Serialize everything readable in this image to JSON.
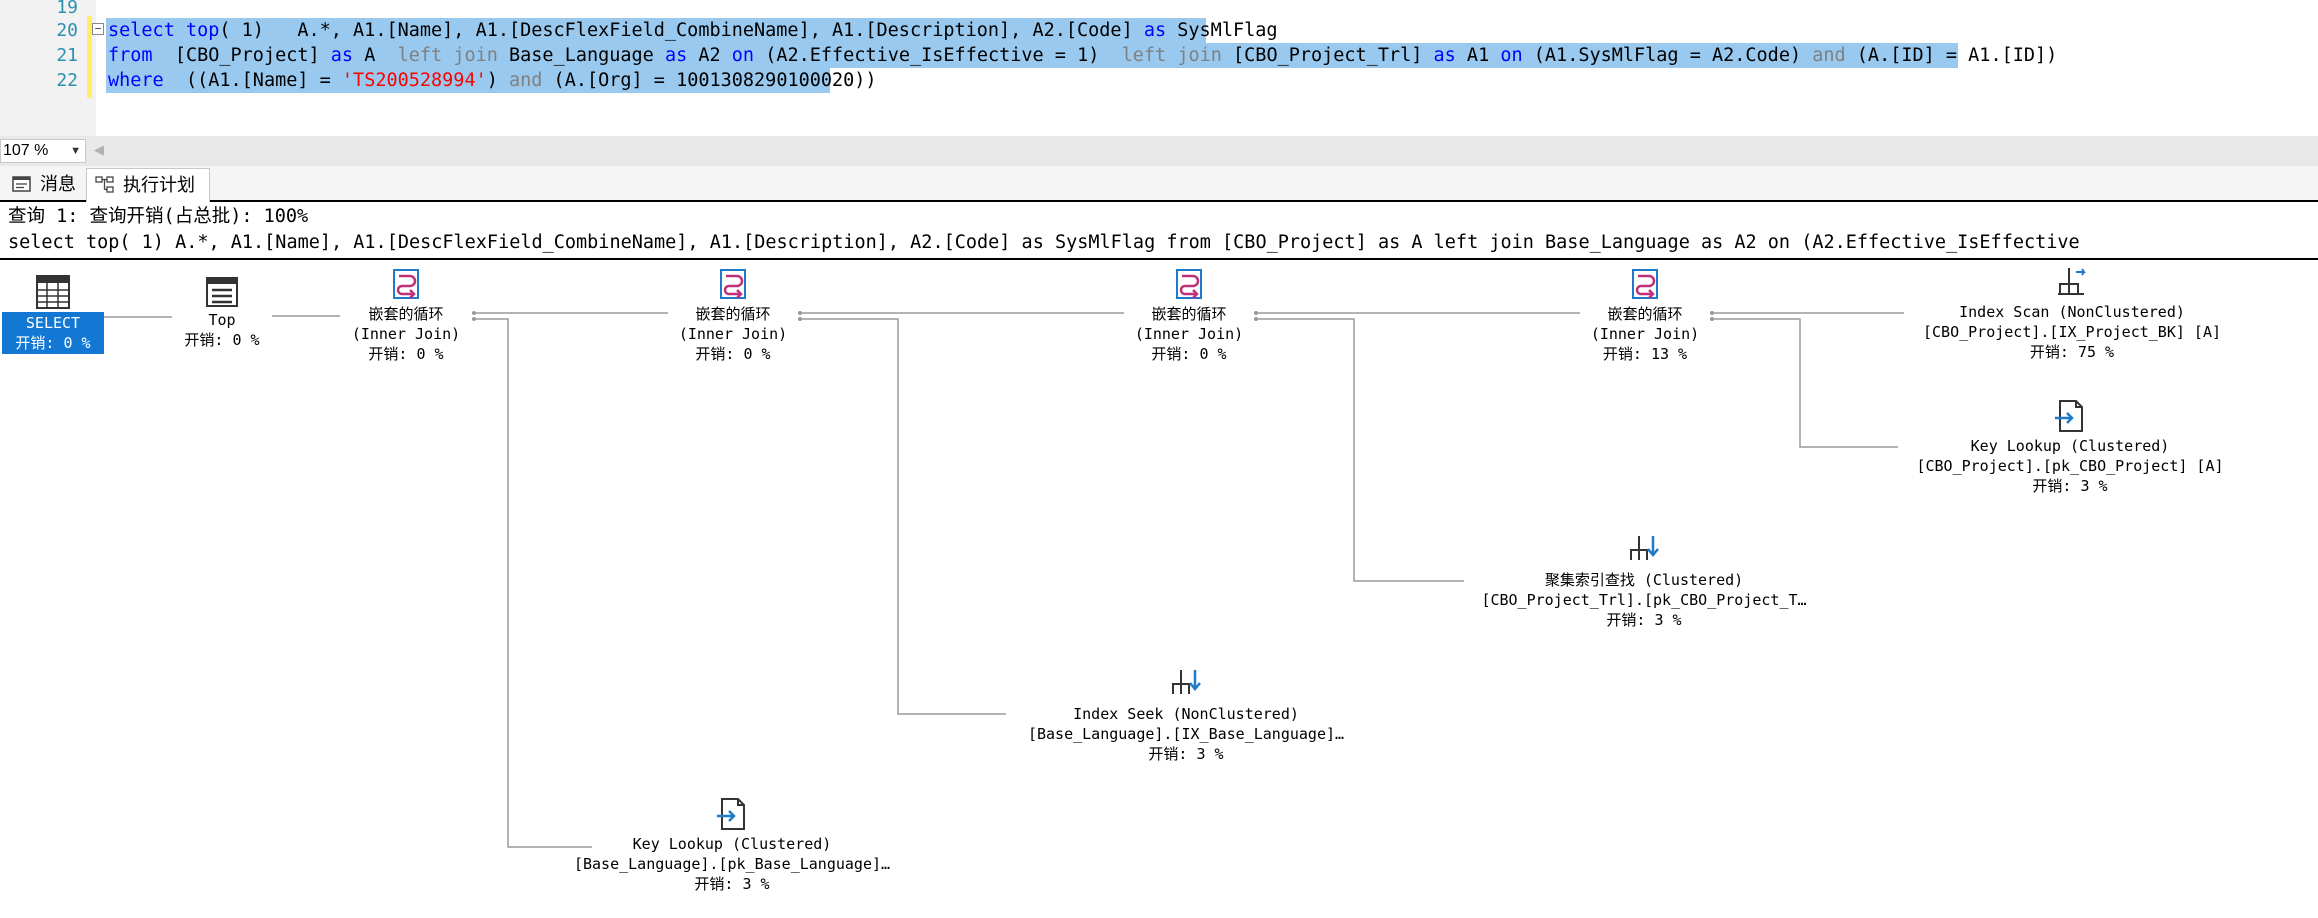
{
  "editor": {
    "line_numbers": [
      "19",
      "20",
      "21",
      "22"
    ],
    "lines": [
      [
        {
          "t": "select",
          "c": "kw"
        },
        {
          "t": " "
        },
        {
          "t": "top",
          "c": "kw"
        },
        {
          "t": "( 1)   A.*, A1.[Name], A1.[DescFlexField_CombineName], A1.[Description], A2.[Code] "
        },
        {
          "t": "as",
          "c": "kw"
        },
        {
          "t": " SysMlFlag"
        }
      ],
      [
        {
          "t": "from",
          "c": "kw"
        },
        {
          "t": "  [CBO_Project] "
        },
        {
          "t": "as",
          "c": "kw"
        },
        {
          "t": " A  "
        },
        {
          "t": "left join",
          "c": "gr"
        },
        {
          "t": " Base_Language "
        },
        {
          "t": "as",
          "c": "kw"
        },
        {
          "t": " A2 "
        },
        {
          "t": "on",
          "c": "kw"
        },
        {
          "t": " (A2.Effective_IsEffective = 1)  "
        },
        {
          "t": "left join",
          "c": "gr"
        },
        {
          "t": " [CBO_Project_Trl] "
        },
        {
          "t": "as",
          "c": "kw"
        },
        {
          "t": " A1 "
        },
        {
          "t": "on",
          "c": "kw"
        },
        {
          "t": " (A1.SysMlFlag = A2.Code) "
        },
        {
          "t": "and",
          "c": "gr"
        },
        {
          "t": " (A.[ID] = A1.[ID])"
        }
      ],
      [
        {
          "t": "where",
          "c": "kw"
        },
        {
          "t": "  ((A1.[Name] = "
        },
        {
          "t": "'TS200528994'",
          "c": "str"
        },
        {
          "t": ") "
        },
        {
          "t": "and",
          "c": "gr"
        },
        {
          "t": " (A.[Org] = 1001308290100020))"
        }
      ]
    ]
  },
  "zoom": {
    "value": "107 %"
  },
  "tabs": {
    "messages": "消息",
    "plan": "执行计划"
  },
  "plan_header": {
    "query_line": "查询 1: 查询开销(占总批): 100%",
    "sql_line": "select top( 1) A.*, A1.[Name], A1.[DescFlexField_CombineName], A1.[Description], A2.[Code] as SysMlFlag from [CBO_Project] as A left join Base_Language as A2 on (A2.Effective_IsEffective"
  },
  "plan": {
    "nodes": [
      {
        "id": "select",
        "icon": "select-icon",
        "lines": [
          "SELECT",
          "开销: 0 %"
        ]
      },
      {
        "id": "top",
        "icon": "top-icon",
        "lines": [
          "Top",
          "开销: 0 %"
        ]
      },
      {
        "id": "nl1",
        "icon": "nested-loops-icon",
        "lines": [
          "嵌套的循环",
          "(Inner Join)",
          "开销: 0 %"
        ]
      },
      {
        "id": "nl2",
        "icon": "nested-loops-icon",
        "lines": [
          "嵌套的循环",
          "(Inner Join)",
          "开销: 0 %"
        ]
      },
      {
        "id": "nl3",
        "icon": "nested-loops-icon",
        "lines": [
          "嵌套的循环",
          "(Inner Join)",
          "开销: 0 %"
        ]
      },
      {
        "id": "nl4",
        "icon": "nested-loops-icon",
        "lines": [
          "嵌套的循环",
          "(Inner Join)",
          "开销: 13 %"
        ]
      },
      {
        "id": "scan",
        "icon": "index-scan-icon",
        "lines": [
          "Index Scan (NonClustered)",
          "[CBO_Project].[IX_Project_BK] [A]",
          "开销: 75 %"
        ]
      },
      {
        "id": "lookup1",
        "icon": "key-lookup-icon",
        "lines": [
          "Key Lookup (Clustered)",
          "[CBO_Project].[pk_CBO_Project] [A]",
          "开销: 3 %"
        ]
      },
      {
        "id": "seek1",
        "icon": "index-seek-icon",
        "lines": [
          "聚集索引查找 (Clustered)",
          "[CBO_Project_Trl].[pk_CBO_Project_T…",
          "开销: 3 %"
        ]
      },
      {
        "id": "seek2",
        "icon": "index-seek-icon",
        "lines": [
          "Index Seek (NonClustered)",
          "[Base_Language].[IX_Base_Language]…",
          "开销: 3 %"
        ]
      },
      {
        "id": "lookup2",
        "icon": "key-lookup-icon",
        "lines": [
          "Key Lookup (Clustered)",
          "[Base_Language].[pk_Base_Language]…",
          "开销: 3 %"
        ]
      }
    ]
  },
  "colors": {
    "keyword": "#0000ff",
    "string": "#ff0000",
    "operator": "#808080",
    "selection": "#99c9ef",
    "select_node": "#1278d4",
    "line_number": "#2b91af"
  }
}
